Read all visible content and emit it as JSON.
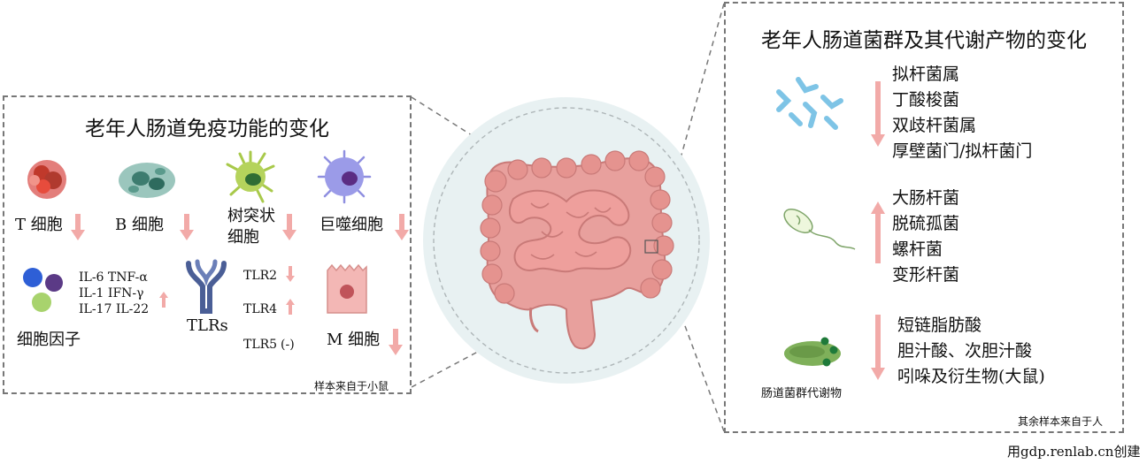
{
  "left_panel": {
    "title": "老年人肠道免疫功能的变化",
    "t_cell": "T 细胞",
    "b_cell": "B  细胞",
    "dendritic_line1": "树突状",
    "dendritic_line2": "细胞",
    "macrophage": "巨噬细胞",
    "cytokines": {
      "row1": "IL-6  TNF-α",
      "row2": "IL-1  IFN-γ",
      "row3": "IL-17 IL-22",
      "label": "细胞因子"
    },
    "tlrs": {
      "label": "TLRs",
      "tlr2": "TLR2",
      "tlr4": "TLR4",
      "tlr5": "TLR5",
      "tlr5_change": "(-)"
    },
    "m_cell": "M 细胞",
    "note": "样本来自于小鼠"
  },
  "right_panel": {
    "title": "老年人肠道菌群及其代谢产物的变化",
    "decreased_taxa": [
      "拟杆菌属",
      "丁酸梭菌",
      "双歧杆菌属",
      "厚壁菌门/拟杆菌门"
    ],
    "increased_taxa": [
      "大肠杆菌",
      "脱硫孤菌",
      "螺杆菌",
      "变形杆菌"
    ],
    "metabolites": [
      "短链脂肪酸",
      "胆汁酸、次胆汁酸",
      "吲哚及衍生物(大鼠)"
    ],
    "metabolite_icon_label": "肠道菌群代谢物",
    "note": "其余样本来自于人"
  },
  "credit": "用gdp.renlab.cn创建",
  "colors": {
    "arrow": "#f2aaa8",
    "border": "#777777",
    "intestine": "#e89a98",
    "circle": "#e9f0f1"
  },
  "icons": [
    "t-cell-icon",
    "b-cell-icon",
    "dendritic-cell-icon",
    "macrophage-icon",
    "cytokine-icon",
    "tlr-receptor-icon",
    "m-cell-icon",
    "intestine-icon",
    "bacteroides-icon",
    "ecoli-icon",
    "metabolite-icon"
  ]
}
